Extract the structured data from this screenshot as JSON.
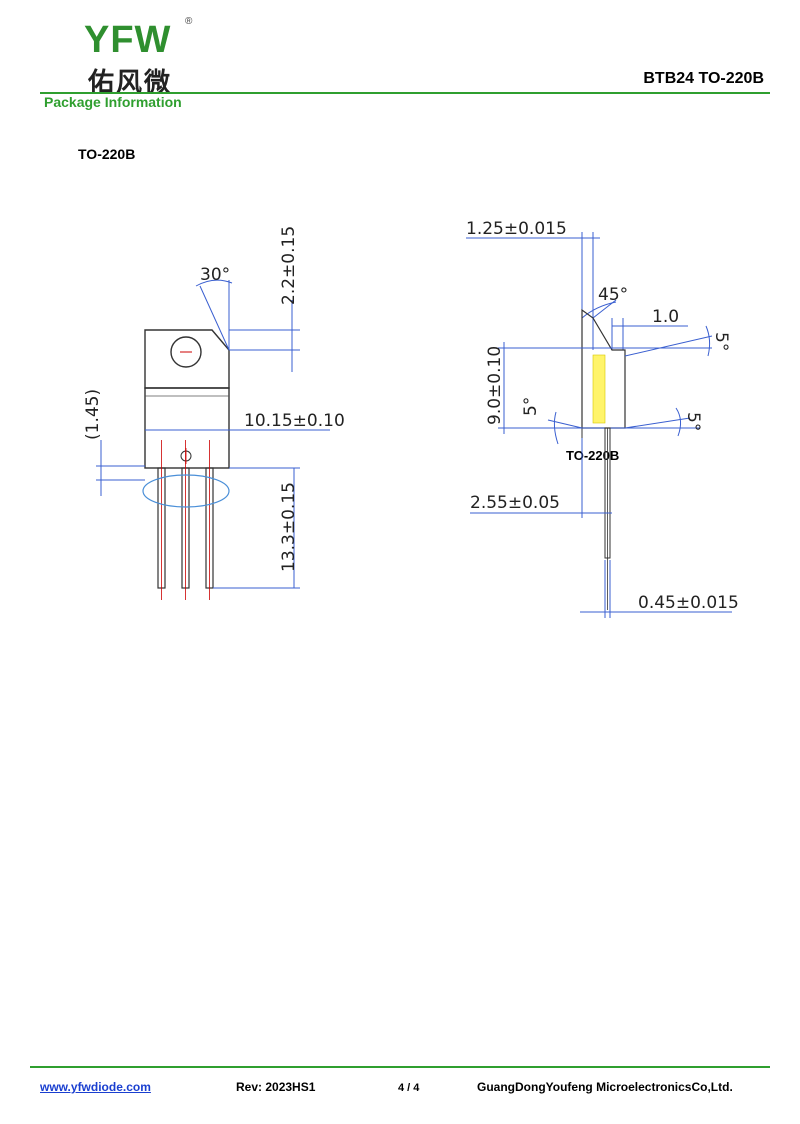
{
  "header": {
    "logo_text": "YFW",
    "registered_mark": "®",
    "company_cn": "佑风微",
    "section_label": "Package Information",
    "doc_title": "BTB24 TO-220B",
    "colors": {
      "brand_green": "#2f9f2f",
      "link_blue": "#1a3fd0"
    }
  },
  "section": {
    "title": "TO-220B"
  },
  "drawing": {
    "front_view": {
      "angle_label": "30°",
      "dim_top": "2.2±0.15",
      "dim_side": "(1.45)",
      "dim_width": "10.15±0.10",
      "dim_leads": "13.3±0.15"
    },
    "side_view": {
      "dim_tab": "1.25±0.015",
      "angle_45": "45°",
      "dim_1_0": "1.0",
      "angle_5_a": "5°",
      "dim_height": "9.0±0.10",
      "angle_5_b": "5°",
      "angle_5_c": "5°",
      "package_label": "TO-220B",
      "dim_pitch": "2.55±0.05",
      "dim_lead_thickness": "0.45±0.015"
    }
  },
  "footer": {
    "url": "www.yfwdiode.com",
    "rev": "Rev: 2023HS1",
    "page": "4 / 4",
    "company": "GuangDongYoufeng MicroelectronicsCo,Ltd."
  }
}
